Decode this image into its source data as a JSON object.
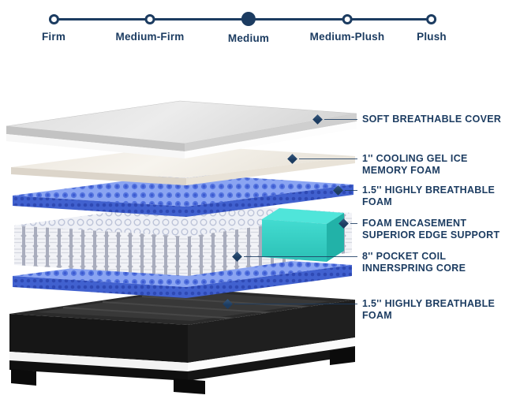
{
  "colors": {
    "navy": "#1c3c61",
    "teal": "#3bd4c9",
    "foam_blue": "#5d7ce2",
    "base_black": "#161616",
    "background": "#ffffff"
  },
  "firmness_scale": {
    "selected": "Medium",
    "stops": [
      {
        "label": "Firm",
        "active": false
      },
      {
        "label": "Medium-Firm",
        "active": false
      },
      {
        "label": "Medium",
        "active": true
      },
      {
        "label": "Medium-Plush",
        "active": false
      },
      {
        "label": "Plush",
        "active": false
      }
    ]
  },
  "mattress_diagram": {
    "marker_icon": "diamond-icon",
    "callouts": [
      {
        "label": "SOFT BREATHABLE COVER"
      },
      {
        "label": "1'' COOLING GEL ICE MEMORY FOAM"
      },
      {
        "label": "1.5'' HIGHLY BREATHABLE FOAM"
      },
      {
        "label": "FOAM ENCASEMENT SUPERIOR EDGE SUPPORT"
      },
      {
        "label": "8'' POCKET COIL INNERSPRING CORE"
      },
      {
        "label": "1.5'' HIGHLY BREATHABLE FOAM"
      }
    ]
  }
}
